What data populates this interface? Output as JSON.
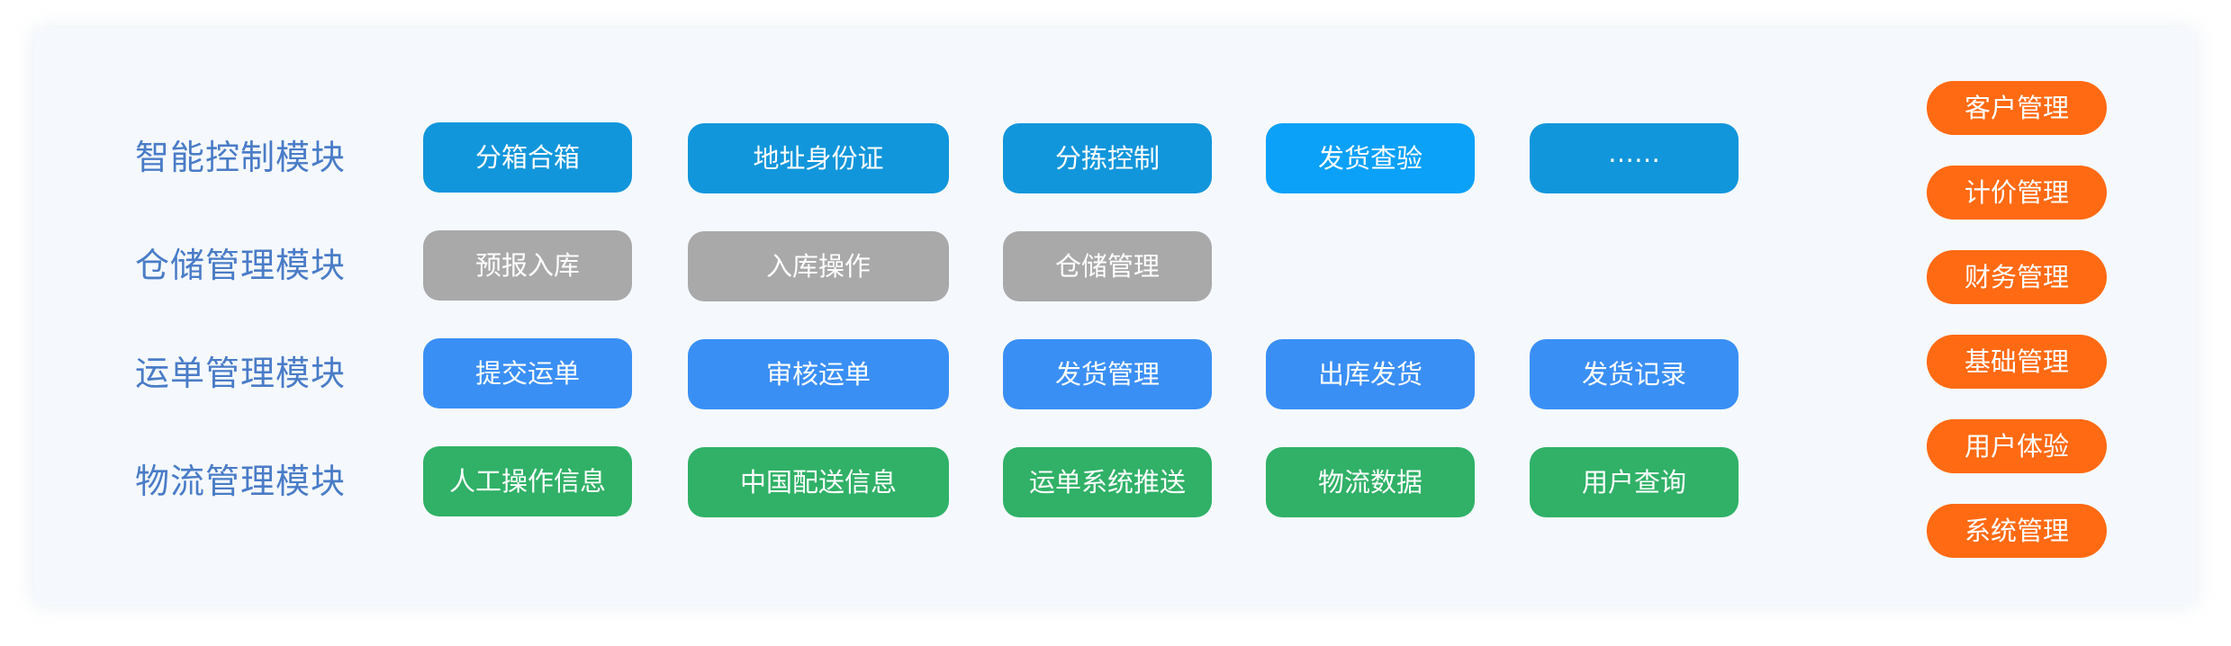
{
  "rows": [
    {
      "label": "智能控制模块",
      "color": "#1296db",
      "items": [
        "分箱合箱",
        "地址身份证",
        "分拣控制",
        "发货查验",
        "……"
      ]
    },
    {
      "label": "仓储管理模块",
      "color": "#a9a9a9",
      "items": [
        "预报入库",
        "入库操作",
        "仓储管理"
      ]
    },
    {
      "label": "运单管理模块",
      "color": "#3a8ff5",
      "items": [
        "提交运单",
        "审核运单",
        "发货管理",
        "出库发货",
        "发货记录"
      ]
    },
    {
      "label": "物流管理模块",
      "color": "#30b167",
      "items": [
        "人工操作信息",
        "中国配送信息",
        "运单系统推送",
        "物流数据",
        "用户查询"
      ]
    }
  ],
  "highlight_color": "#0ba1f8",
  "side_color": "#ff6a13",
  "side_items": [
    "客户管理",
    "计价管理",
    "财务管理",
    "基础管理",
    "用户体验",
    "系统管理"
  ]
}
